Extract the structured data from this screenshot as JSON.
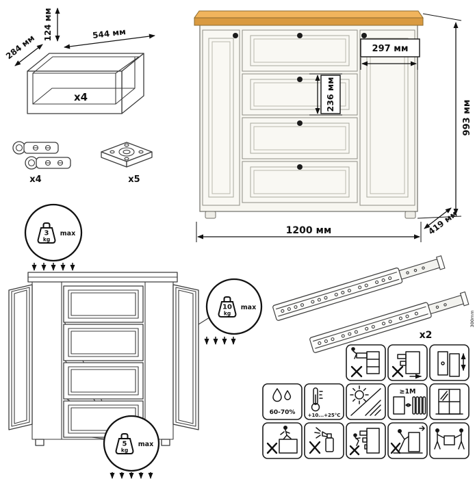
{
  "drawer_box": {
    "height": "124 мм",
    "width": "544 мм",
    "depth": "284 мм",
    "qty": "x4"
  },
  "hardware": {
    "hinges_qty": "x4",
    "plates_qty": "x5"
  },
  "dresser": {
    "section_width": "297 мм",
    "drawer_front_height": "236 мм",
    "height": "993 мм",
    "width": "1200 мм",
    "depth": "419 мм"
  },
  "loads": {
    "top": {
      "value": "3",
      "unit": "kg",
      "max": "max"
    },
    "door": {
      "value": "10",
      "unit": "kg",
      "max": "max"
    },
    "drawer": {
      "value": "5",
      "unit": "kg",
      "max": "max"
    }
  },
  "rails": {
    "qty": "x2",
    "length": "300mm"
  },
  "care": {
    "humidity": "60-70%",
    "temperature": "+10...+25°C",
    "distance": "≥1M"
  },
  "icons": {
    "row1": [
      "do-not-sit-on-open-drawer",
      "do-not-move-loaded",
      "door-adjustment"
    ],
    "row2": [
      "humidity",
      "temperature",
      "avoid-direct-sunlight",
      "keep-distance-from-heat",
      "window-ventilation"
    ],
    "row3": [
      "do-not-climb-on-furniture",
      "no-aggressive-cleaners",
      "keep-children-away",
      "do-not-drag",
      "two-person-carry"
    ]
  },
  "colors": {
    "wood_top": "#F1B45C",
    "wood_edge": "#D99A40",
    "body_fill": "#F7F6F0",
    "outline": "#3B3B3B"
  }
}
